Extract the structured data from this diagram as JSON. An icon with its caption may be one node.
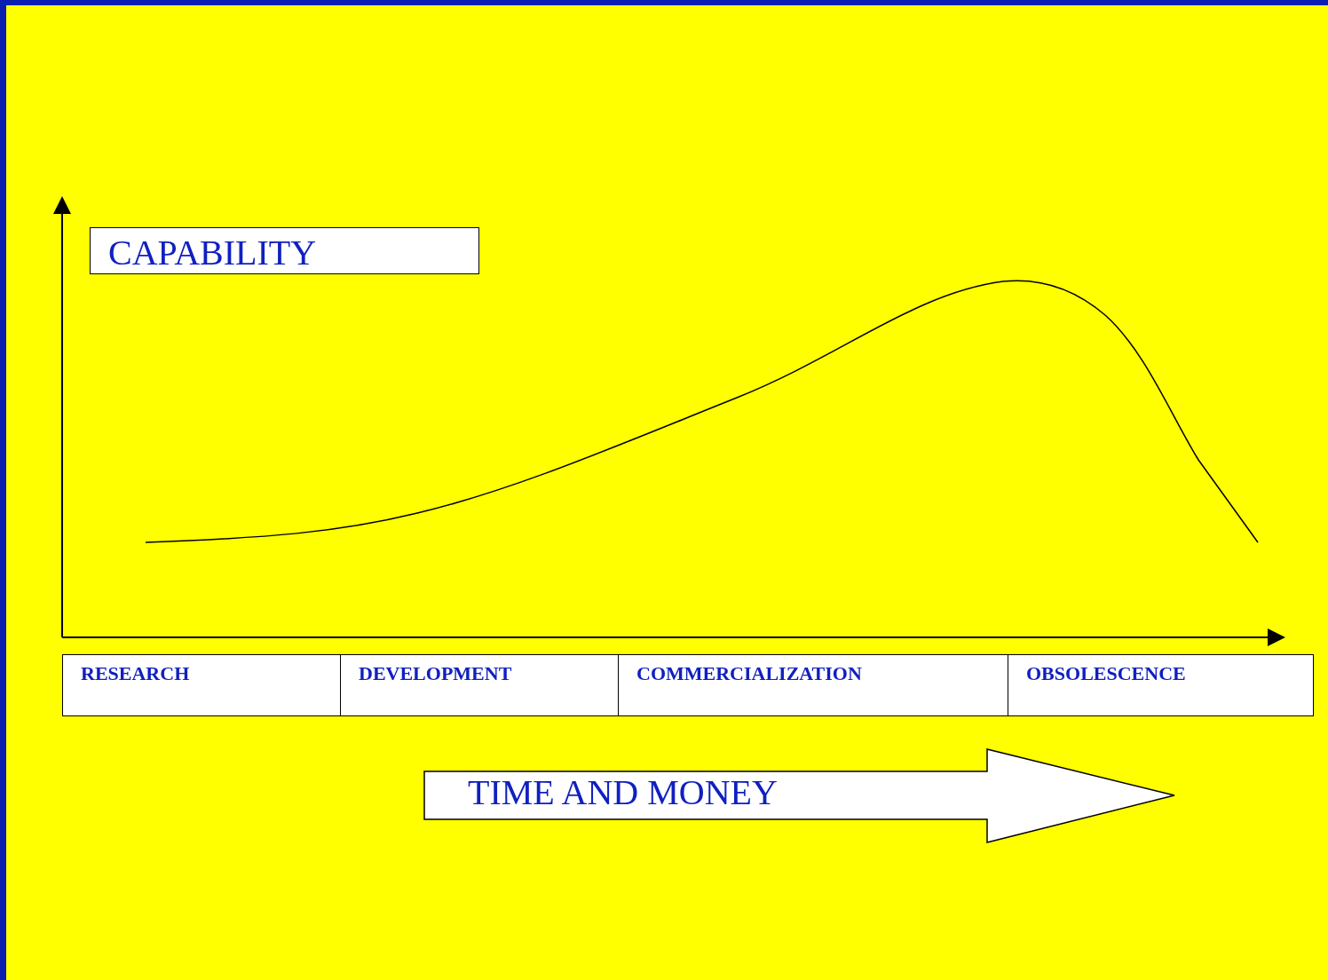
{
  "diagram": {
    "nodes": [
      {
        "text": [
          "CAPABILITY"
        ]
      },
      {
        "text": [
          "RESEARCH"
        ]
      },
      {
        "text": [
          "DEVELOPMENT"
        ]
      },
      {
        "text": [
          "COMMERCIALIZATION"
        ]
      },
      {
        "text": [
          "OBSOLESCENCE"
        ]
      },
      {
        "text": [
          "TIME AND MONEY"
        ]
      }
    ],
    "edges": []
  }
}
